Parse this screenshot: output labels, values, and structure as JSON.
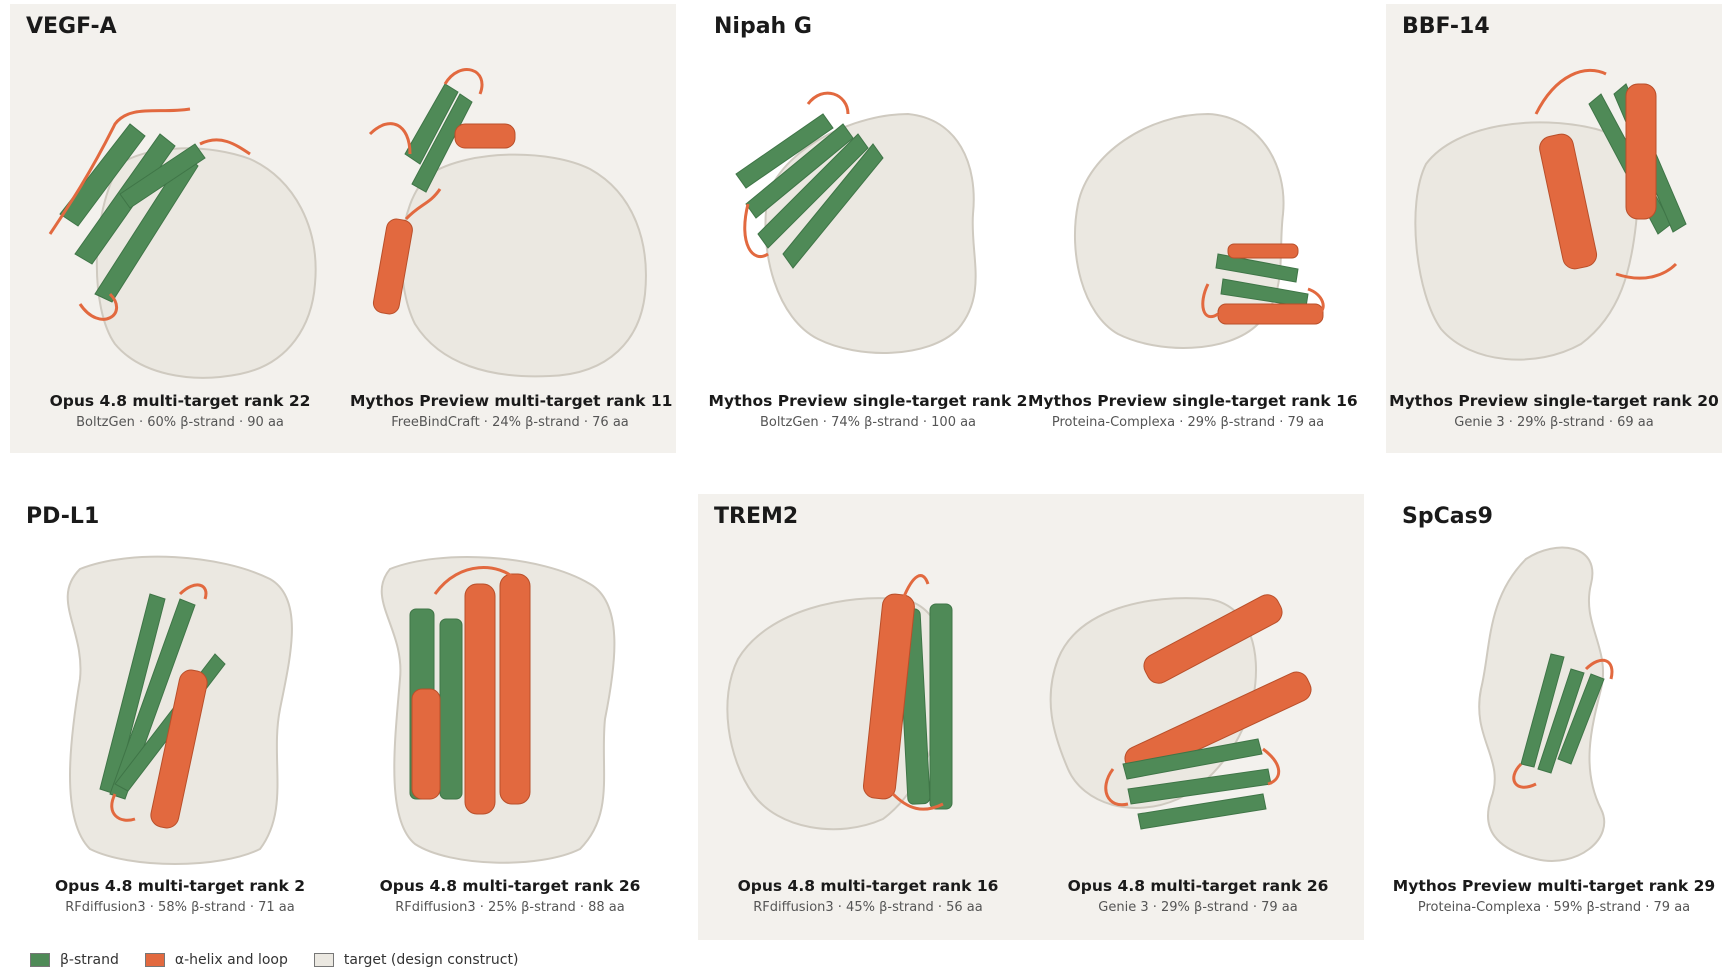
{
  "colors": {
    "strand": "#4f8a57",
    "helix": "#e2693f",
    "target": "#ebe8e1",
    "panel_shade": "#f3f1ed"
  },
  "panels": [
    {
      "title": "VEGF-A",
      "designs": [
        {
          "label": "Opus 4.8 multi-target rank 22",
          "details": "BoltzGen · 60% β-strand · 90 aa"
        },
        {
          "label": "Mythos Preview multi-target rank 11",
          "details": "FreeBindCraft · 24% β-strand · 76 aa"
        }
      ]
    },
    {
      "title": "Nipah G",
      "designs": [
        {
          "label": "Mythos Preview single-target rank 2",
          "details": "BoltzGen · 74% β-strand · 100 aa"
        },
        {
          "label": "Mythos Preview single-target rank 16",
          "details": "Proteina-Complexa · 29% β-strand · 79 aa"
        }
      ]
    },
    {
      "title": "BBF-14",
      "designs": [
        {
          "label": "Mythos Preview single-target rank 20",
          "details": "Genie 3 · 29% β-strand · 69 aa"
        }
      ]
    },
    {
      "title": "PD-L1",
      "designs": [
        {
          "label": "Opus 4.8 multi-target rank 2",
          "details": "RFdiffusion3 · 58% β-strand · 71 aa"
        },
        {
          "label": "Opus 4.8 multi-target rank 26",
          "details": "RFdiffusion3 · 25% β-strand · 88 aa"
        }
      ]
    },
    {
      "title": "TREM2",
      "designs": [
        {
          "label": "Opus 4.8 multi-target rank 16",
          "details": "RFdiffusion3 · 45% β-strand · 56 aa"
        },
        {
          "label": "Opus 4.8 multi-target rank 26",
          "details": "Genie 3 · 29% β-strand · 79 aa"
        }
      ]
    },
    {
      "title": "SpCas9",
      "designs": [
        {
          "label": "Mythos Preview multi-target rank 29",
          "details": "Proteina-Complexa · 59% β-strand · 79 aa"
        }
      ]
    }
  ],
  "legend": [
    {
      "label": "β-strand",
      "color": "#4f8a57"
    },
    {
      "label": "α-helix and loop",
      "color": "#e2693f"
    },
    {
      "label": "target (design construct)",
      "color": "#ebe8e1"
    }
  ]
}
